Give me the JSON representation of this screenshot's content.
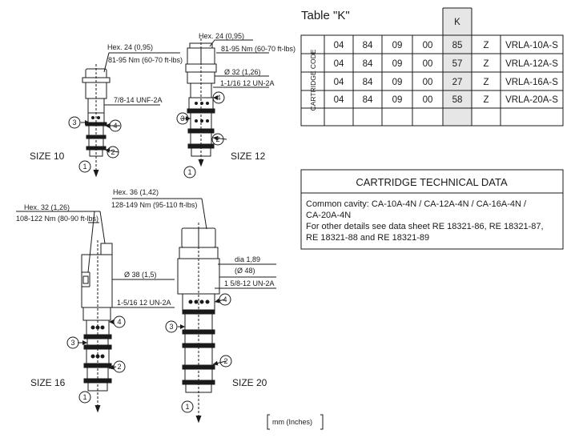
{
  "drawings": {
    "size10": {
      "label": "SIZE 10",
      "hex": "Hex. 24 (0,95)",
      "torque": "81-95 Nm (60-70 ft-lbs)",
      "thread": "7/8-14 UNF-2A"
    },
    "size12": {
      "label": "SIZE 12",
      "hex": "Hex. 24 (0,95)",
      "torque": "81-95 Nm (60-70 ft-lbs)",
      "dia": "Ø 32 (1,26)",
      "thread": "1-1/16 12 UN-2A"
    },
    "size16": {
      "label": "SIZE 16",
      "hex": "Hex. 32 (1,26)",
      "torque": "108-122 Nm (80-90 ft-lbs)",
      "dia": "Ø 38 (1,5)",
      "thread": "1-5/16 12 UN-2A"
    },
    "size20": {
      "label": "SIZE 20",
      "hex": "Hex. 36 (1,42)",
      "torque": "128-149 Nm (95-110 ft-lbs)",
      "dia1": "dia 1,89",
      "dia2": "(Ø 48)",
      "thread": "1 5/8-12 UN-2A"
    },
    "ports": [
      "1",
      "2",
      "3",
      "4"
    ],
    "units": "mm (Inches)"
  },
  "table_k": {
    "title": "Table \"K\"",
    "k_header": "K",
    "side_label": "CARTRIDGE CODE",
    "rows": [
      [
        "04",
        "84",
        "09",
        "00",
        "85",
        "Z",
        "VRLA-10A-S"
      ],
      [
        "04",
        "84",
        "09",
        "00",
        "57",
        "Z",
        "VRLA-12A-S"
      ],
      [
        "04",
        "84",
        "09",
        "00",
        "27",
        "Z",
        "VRLA-16A-S"
      ],
      [
        "04",
        "84",
        "09",
        "00",
        "58",
        "Z",
        "VRLA-20A-S"
      ]
    ]
  },
  "tech": {
    "title": "CARTRIDGE TECHNICAL DATA",
    "line1": "Common cavity: CA-10A-4N / CA-12A-4N / CA-16A-4N /",
    "line2": "CA-20A-4N",
    "line3": "For other details see data sheet RE 18321-86, RE 18321-87,",
    "line4": "RE 18321-88 and RE 18321-89"
  },
  "colors": {
    "k_column": "#e6e6e6",
    "ink": "#1a1a1a"
  }
}
